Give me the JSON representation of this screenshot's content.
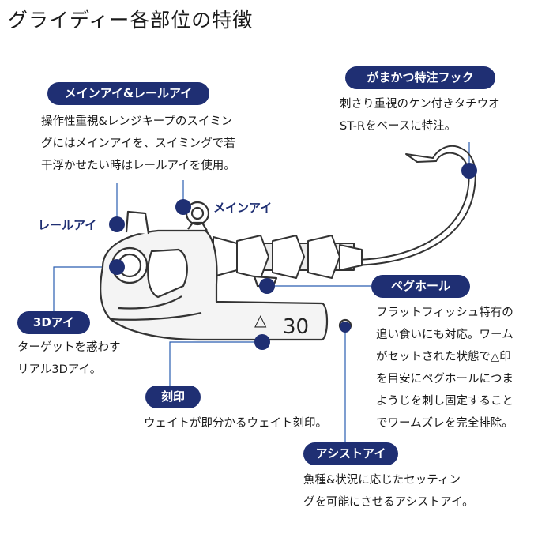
{
  "title": "グライディー各部位の特徴",
  "labels": {
    "main_rail_eye": {
      "pill": "メインアイ&レールアイ",
      "desc": [
        "操作性重視&レンジキープのスイミン",
        "グにはメインアイを、スイミングで若",
        "干浮かせたい時はレールアイを使用。"
      ]
    },
    "hook": {
      "pill": "がまかつ特注フック",
      "desc": [
        "刺さり重視のケン付きタチウオ",
        "ST-Rをベースに特注。"
      ]
    },
    "main_eye_callout": "メインアイ",
    "rail_eye_callout": "レールアイ",
    "peg_hole": {
      "pill": "ペグホール",
      "desc": [
        "フラットフィッシュ特有の",
        "追い食いにも対応。ワーム",
        "がセットされた状態で△印",
        "を目安にペグホールにつま",
        "ようじを刺し固定すること",
        "でワームズレを完全排除。"
      ]
    },
    "eye3d": {
      "pill": "3Dアイ",
      "desc": [
        "ターゲットを惑わす",
        "リアル3Dアイ。"
      ]
    },
    "engraving": {
      "pill": "刻印",
      "desc": [
        "ウェイトが即分かるウェイト刻印。"
      ]
    },
    "assist_eye": {
      "pill": "アシストアイ",
      "desc": [
        "魚種&状況に応じたセッティン",
        "グを可能にさせるアシストアイ。"
      ]
    }
  },
  "body_marks": {
    "triangle": "△",
    "weight": "30"
  },
  "colors": {
    "accent": "#1f2f73",
    "line": "#2a5db0",
    "outline": "#333333"
  }
}
